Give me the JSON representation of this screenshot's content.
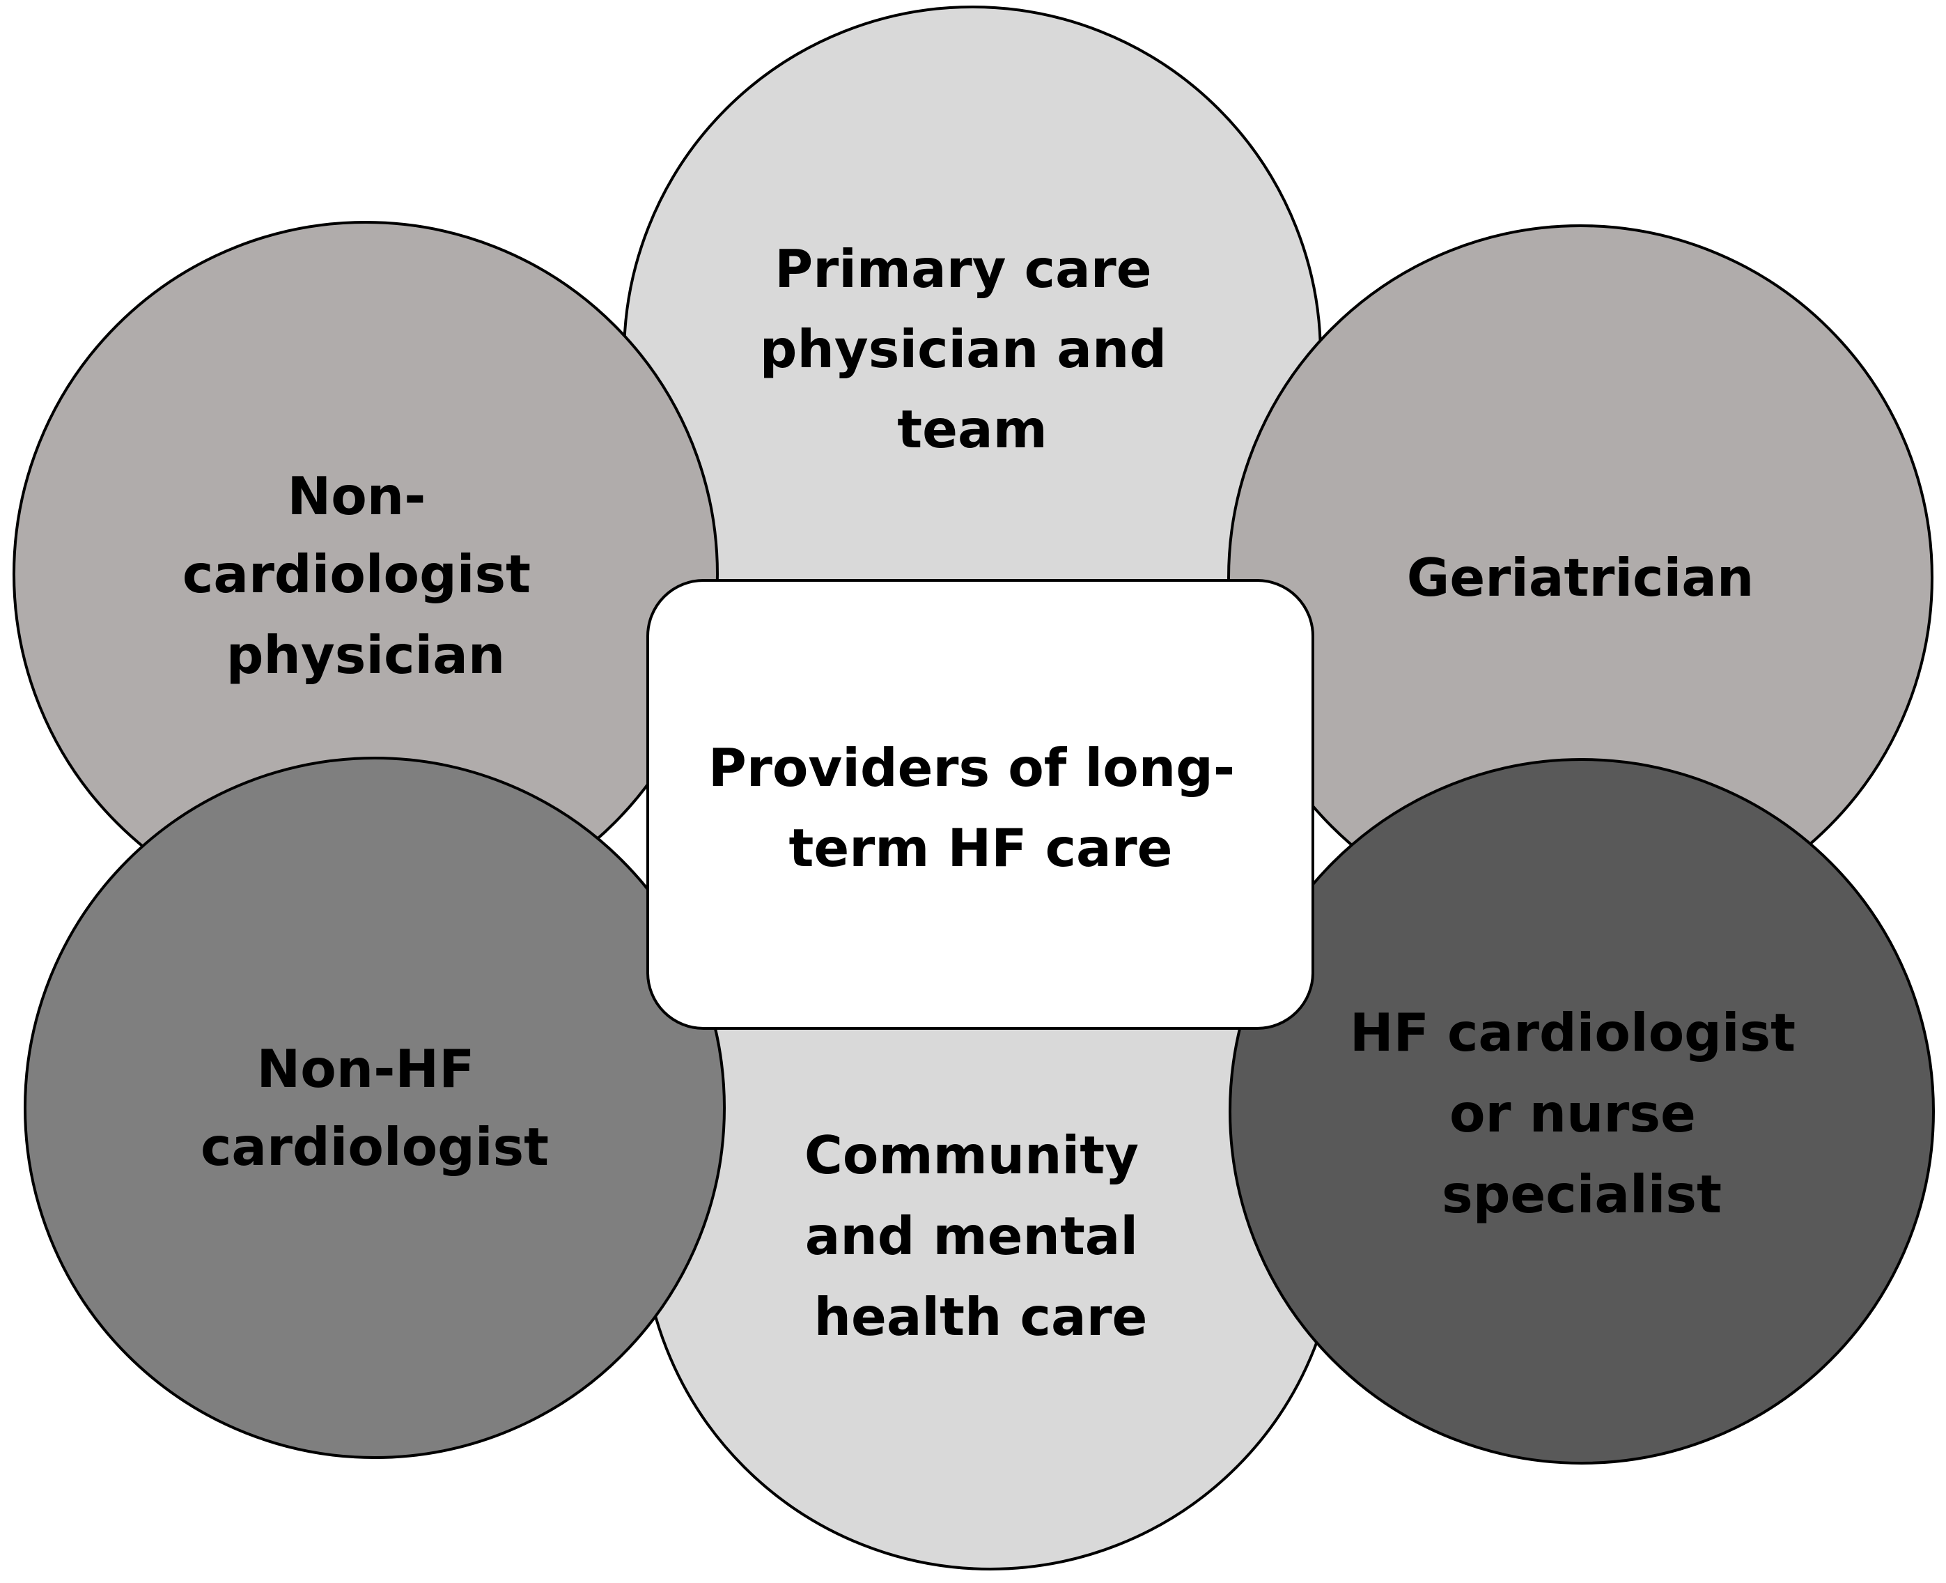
{
  "colors": {
    "light_gray": "#d9d9d9",
    "medium_gray": "#b0acab",
    "dark_gray": "#7f7f7f",
    "darkest_gray": "#595959",
    "center_fill": "#ffffff",
    "outline": "#000000"
  },
  "center": {
    "lines": [
      "Providers of long-",
      "term HF care"
    ]
  },
  "nodes": {
    "primary_care": {
      "lines": [
        "Primary care",
        "physician and",
        "team"
      ]
    },
    "non_cardiologist": {
      "lines": [
        "Non-",
        "cardiologist",
        "physician"
      ]
    },
    "geriatrician": {
      "lines": [
        "Geriatrician"
      ]
    },
    "non_hf_cardiologist": {
      "lines": [
        "Non-HF",
        "cardiologist"
      ]
    },
    "community_mental_health": {
      "lines": [
        "Community",
        "and mental",
        "health care"
      ]
    },
    "hf_cardiologist": {
      "lines": [
        "HF cardiologist",
        "or nurse",
        "specialist"
      ]
    }
  }
}
